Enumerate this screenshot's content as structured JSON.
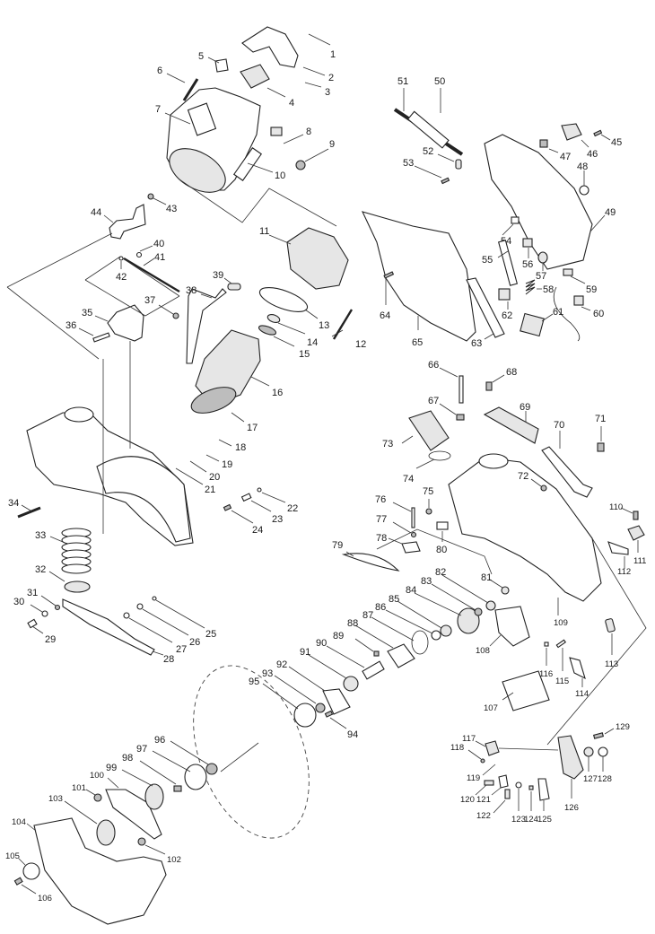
{
  "diagram": {
    "title": "Exploded parts diagram (miter saw)",
    "background": "#ffffff",
    "line_color": "#222222",
    "callouts": [
      {
        "id": "1",
        "text": "1"
      },
      {
        "id": "2",
        "text": "2"
      },
      {
        "id": "3",
        "text": "3"
      },
      {
        "id": "4",
        "text": "4"
      },
      {
        "id": "5",
        "text": "5"
      },
      {
        "id": "6",
        "text": "6"
      },
      {
        "id": "7",
        "text": "7"
      },
      {
        "id": "8",
        "text": "8"
      },
      {
        "id": "9",
        "text": "9"
      },
      {
        "id": "10",
        "text": "10"
      },
      {
        "id": "11",
        "text": "11"
      },
      {
        "id": "12",
        "text": "12"
      },
      {
        "id": "13",
        "text": "13"
      },
      {
        "id": "14",
        "text": "14"
      },
      {
        "id": "15",
        "text": "15"
      },
      {
        "id": "16",
        "text": "16"
      },
      {
        "id": "17",
        "text": "17"
      },
      {
        "id": "18",
        "text": "18"
      },
      {
        "id": "19",
        "text": "19"
      },
      {
        "id": "20",
        "text": "20"
      },
      {
        "id": "21",
        "text": "21"
      },
      {
        "id": "22",
        "text": "22"
      },
      {
        "id": "23",
        "text": "23"
      },
      {
        "id": "24",
        "text": "24"
      },
      {
        "id": "25",
        "text": "25"
      },
      {
        "id": "26",
        "text": "26"
      },
      {
        "id": "27",
        "text": "27"
      },
      {
        "id": "28",
        "text": "28"
      },
      {
        "id": "29",
        "text": "29"
      },
      {
        "id": "30",
        "text": "30"
      },
      {
        "id": "31",
        "text": "31"
      },
      {
        "id": "32",
        "text": "32"
      },
      {
        "id": "33",
        "text": "33"
      },
      {
        "id": "34",
        "text": "34"
      },
      {
        "id": "35",
        "text": "35"
      },
      {
        "id": "36",
        "text": "36"
      },
      {
        "id": "37",
        "text": "37"
      },
      {
        "id": "38",
        "text": "38"
      },
      {
        "id": "39",
        "text": "39"
      },
      {
        "id": "40",
        "text": "40"
      },
      {
        "id": "41",
        "text": "41"
      },
      {
        "id": "42",
        "text": "42"
      },
      {
        "id": "43",
        "text": "43"
      },
      {
        "id": "44",
        "text": "44"
      },
      {
        "id": "45",
        "text": "45"
      },
      {
        "id": "46",
        "text": "46"
      },
      {
        "id": "47",
        "text": "47"
      },
      {
        "id": "48",
        "text": "48"
      },
      {
        "id": "49",
        "text": "49"
      },
      {
        "id": "50",
        "text": "50"
      },
      {
        "id": "51",
        "text": "51"
      },
      {
        "id": "52",
        "text": "52"
      },
      {
        "id": "53",
        "text": "53"
      },
      {
        "id": "54",
        "text": "54"
      },
      {
        "id": "55",
        "text": "55"
      },
      {
        "id": "56",
        "text": "56"
      },
      {
        "id": "57",
        "text": "57"
      },
      {
        "id": "58",
        "text": "58"
      },
      {
        "id": "59",
        "text": "59"
      },
      {
        "id": "60",
        "text": "60"
      },
      {
        "id": "61",
        "text": "61"
      },
      {
        "id": "62",
        "text": "62"
      },
      {
        "id": "63",
        "text": "63"
      },
      {
        "id": "64",
        "text": "64"
      },
      {
        "id": "65",
        "text": "65"
      },
      {
        "id": "66",
        "text": "66"
      },
      {
        "id": "67",
        "text": "67"
      },
      {
        "id": "68",
        "text": "68"
      },
      {
        "id": "69",
        "text": "69"
      },
      {
        "id": "70",
        "text": "70"
      },
      {
        "id": "71",
        "text": "71"
      },
      {
        "id": "72",
        "text": "72"
      },
      {
        "id": "73",
        "text": "73"
      },
      {
        "id": "74",
        "text": "74"
      },
      {
        "id": "75",
        "text": "75"
      },
      {
        "id": "76",
        "text": "76"
      },
      {
        "id": "77",
        "text": "77"
      },
      {
        "id": "78",
        "text": "78"
      },
      {
        "id": "79",
        "text": "79"
      },
      {
        "id": "80",
        "text": "80"
      },
      {
        "id": "81",
        "text": "81"
      },
      {
        "id": "82",
        "text": "82"
      },
      {
        "id": "83",
        "text": "83"
      },
      {
        "id": "84",
        "text": "84"
      },
      {
        "id": "85",
        "text": "85"
      },
      {
        "id": "86",
        "text": "86"
      },
      {
        "id": "87",
        "text": "87"
      },
      {
        "id": "88",
        "text": "88"
      },
      {
        "id": "89",
        "text": "89"
      },
      {
        "id": "90",
        "text": "90"
      },
      {
        "id": "91",
        "text": "91"
      },
      {
        "id": "92",
        "text": "92"
      },
      {
        "id": "93",
        "text": "93"
      },
      {
        "id": "94",
        "text": "94"
      },
      {
        "id": "95",
        "text": "95"
      },
      {
        "id": "96",
        "text": "96"
      },
      {
        "id": "97",
        "text": "97"
      },
      {
        "id": "98",
        "text": "98"
      },
      {
        "id": "99",
        "text": "99"
      },
      {
        "id": "100",
        "text": "100"
      },
      {
        "id": "101",
        "text": "101"
      },
      {
        "id": "102",
        "text": "102"
      },
      {
        "id": "103",
        "text": "103"
      },
      {
        "id": "104",
        "text": "104"
      },
      {
        "id": "105",
        "text": "105"
      },
      {
        "id": "106",
        "text": "106"
      },
      {
        "id": "107",
        "text": "107"
      },
      {
        "id": "108",
        "text": "108"
      },
      {
        "id": "109",
        "text": "109"
      },
      {
        "id": "110",
        "text": "110"
      },
      {
        "id": "111",
        "text": "111"
      },
      {
        "id": "112",
        "text": "112"
      },
      {
        "id": "113",
        "text": "113"
      },
      {
        "id": "114",
        "text": "114"
      },
      {
        "id": "115",
        "text": "115"
      },
      {
        "id": "116",
        "text": "116"
      },
      {
        "id": "117",
        "text": "117"
      },
      {
        "id": "118",
        "text": "118"
      },
      {
        "id": "119",
        "text": "119"
      },
      {
        "id": "120",
        "text": "120"
      },
      {
        "id": "121",
        "text": "121"
      },
      {
        "id": "122",
        "text": "122"
      },
      {
        "id": "123",
        "text": "123"
      },
      {
        "id": "124",
        "text": "124"
      },
      {
        "id": "125",
        "text": "125"
      },
      {
        "id": "126",
        "text": "126"
      },
      {
        "id": "127",
        "text": "127"
      },
      {
        "id": "128",
        "text": "128"
      },
      {
        "id": "129",
        "text": "129"
      }
    ]
  }
}
